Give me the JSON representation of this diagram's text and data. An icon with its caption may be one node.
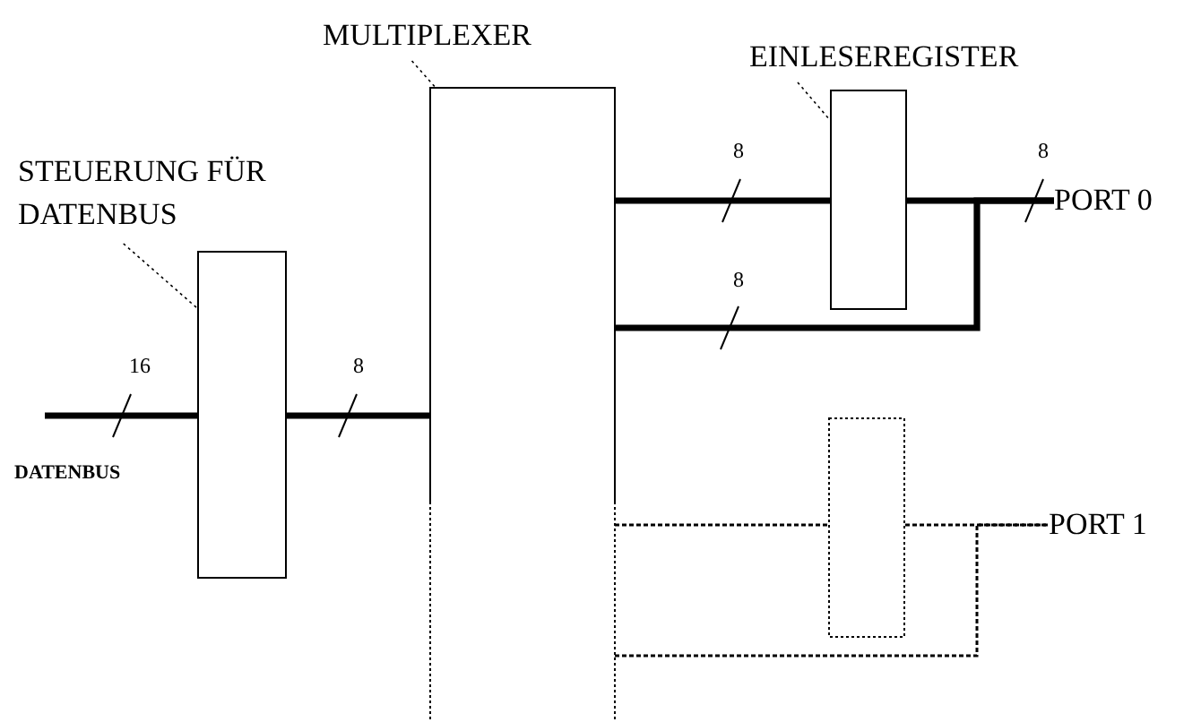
{
  "diagram": {
    "nodes": [
      {
        "text": [
          "STEUERUNG FÜR DATENBUS"
        ]
      },
      {
        "text": [],
        "shape": "box"
      },
      {
        "text": [
          "MULTIPLEXER"
        ]
      },
      {
        "text": [],
        "shape": "box"
      },
      {
        "text": [
          "EINLESEREGISTER"
        ]
      },
      {
        "text": [],
        "shape": "box"
      },
      {
        "text": [
          "PORT 0"
        ]
      },
      {
        "text": [],
        "shape": "box"
      },
      {
        "text": [
          "PORT 1"
        ]
      }
    ],
    "edges": [
      {
        "from": 0,
        "to": 1,
        "arrow": "none",
        "style": "dashed"
      },
      {
        "from": 2,
        "to": 3,
        "arrow": "none",
        "style": "dashed"
      },
      {
        "from": 4,
        "to": 5,
        "arrow": "none",
        "style": "dashed"
      },
      {
        "from": null,
        "to": 1,
        "arrow": "none",
        "label": "16",
        "style": "thick"
      },
      {
        "from": 1,
        "to": 3,
        "arrow": "none",
        "label": "8",
        "style": "thick"
      },
      {
        "from": 3,
        "to": 5,
        "arrow": "none",
        "label": "8",
        "style": "thick"
      },
      {
        "from": 5,
        "to": 6,
        "arrow": "none",
        "label": "8",
        "style": "thick"
      },
      {
        "from": 3,
        "to": 6,
        "arrow": "none",
        "label": "8",
        "style": "thick"
      },
      {
        "from": 3,
        "to": 7,
        "arrow": "none",
        "style": "dashed"
      },
      {
        "from": 7,
        "to": 8,
        "arrow": "none",
        "style": "dashed"
      },
      {
        "from": 3,
        "to": 8,
        "arrow": "none",
        "style": "dashed"
      }
    ],
    "labels": [
      "DATENBUS"
    ]
  }
}
